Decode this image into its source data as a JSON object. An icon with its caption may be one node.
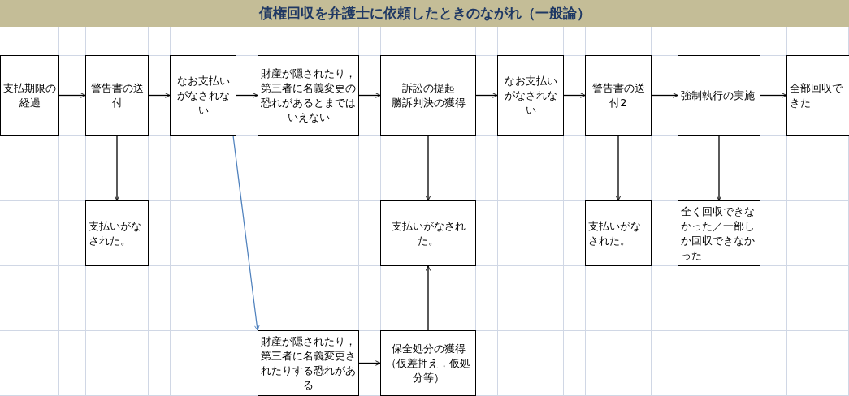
{
  "diagram": {
    "title": "債権回収を弁護士に依頼したときのながれ（一般論）",
    "nodes": [
      {
        "text": [
          "支払期限の経過"
        ]
      },
      {
        "text": [
          "警告書の送付"
        ]
      },
      {
        "text": [
          "なお支払いがなされない"
        ]
      },
      {
        "text": [
          "財産が隠されたり，第三者に名義変更の恐れがあるとまではいえない"
        ]
      },
      {
        "text": [
          "訴訟の提起",
          "勝訴判決の獲得"
        ]
      },
      {
        "text": [
          "なお支払いがなされない"
        ]
      },
      {
        "text": [
          "警告書の送付2"
        ]
      },
      {
        "text": [
          "強制執行の実施"
        ]
      },
      {
        "text": [
          "全部回収できた"
        ]
      },
      {
        "text": [
          "支払いがなされた。"
        ]
      },
      {
        "text": [
          "支払いがなされた。"
        ]
      },
      {
        "text": [
          "支払いがなされた。"
        ]
      },
      {
        "text": [
          "全く回収できなかった／一部しか回収できなかった"
        ]
      },
      {
        "text": [
          "財産が隠されたり，第三者に名義変更されたりする恐れがある"
        ]
      },
      {
        "text": [
          "保全処分の獲得（仮差押え，仮処分等）"
        ]
      }
    ],
    "edges": [
      {
        "from": 0,
        "to": 1,
        "arrow": "to"
      },
      {
        "from": 1,
        "to": 2,
        "arrow": "to"
      },
      {
        "from": 2,
        "to": 3,
        "arrow": "to"
      },
      {
        "from": 3,
        "to": 4,
        "arrow": "to"
      },
      {
        "from": 4,
        "to": 5,
        "arrow": "to"
      },
      {
        "from": 5,
        "to": 6,
        "arrow": "to"
      },
      {
        "from": 6,
        "to": 7,
        "arrow": "to"
      },
      {
        "from": 7,
        "to": 8,
        "arrow": "to"
      },
      {
        "from": 1,
        "to": 9,
        "arrow": "to"
      },
      {
        "from": 4,
        "to": 10,
        "arrow": "to"
      },
      {
        "from": 6,
        "to": 11,
        "arrow": "to"
      },
      {
        "from": 7,
        "to": 12,
        "arrow": "to"
      },
      {
        "from": 2,
        "to": 13,
        "arrow": "to",
        "color": "#4f81bd"
      },
      {
        "from": 13,
        "to": 14,
        "arrow": "to"
      },
      {
        "from": 14,
        "to": 10,
        "arrow": "to"
      }
    ]
  }
}
